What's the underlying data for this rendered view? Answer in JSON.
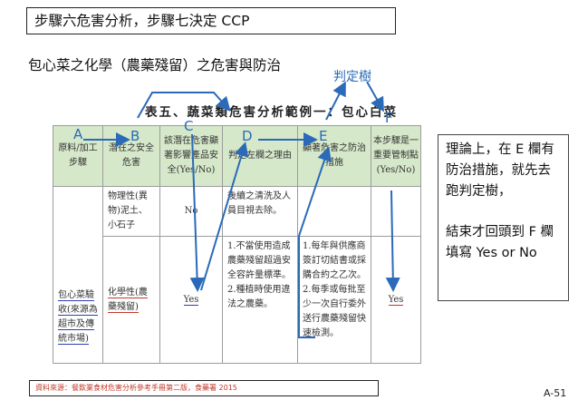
{
  "title": "步驟六危害分析，步驟七決定 CCP",
  "subtitle": "包心菜之化學（農藥殘留）之危害與防治",
  "decision_tree_label": "判定樹",
  "table": {
    "title": "表五、蔬菜類危害分析範例一：包心白菜",
    "headers": [
      "原料/加工步驟",
      "潛在之安全危害",
      "該潛在危害顯著影響產品安全(Yes/No)",
      "判定左欄之理由",
      "顯著危害之防治措施",
      "本步驟是一重要管制點(Yes/No)"
    ],
    "row1": {
      "hazard": "物理性(異物)泥土、小石子",
      "significant": "No",
      "reason": "後續之清洗及人員目視去除。"
    },
    "row2": {
      "step": "包心菜驗收(來源為超市及傳統市場)",
      "hazard": "化學性(農藥殘留)",
      "significant": "Yes",
      "reason": [
        "1.不當使用造成農藥殘留超過安全容許量標準。",
        "2.種植時使用違法之農藥。"
      ],
      "control": [
        "1.每年與供應商簽訂切結書或採購合約之乙次。",
        "2.每季或每批至少一次自行委外送行農藥殘留快速檢測。"
      ],
      "ccp": "Yes"
    }
  },
  "column_labels": [
    "A",
    "B",
    "C",
    "D",
    "E",
    "F"
  ],
  "note": [
    "理論上，在 E 欄有防治措施，就先去跑判定樹，",
    "結束才回頭到 F 欄填寫 Yes or No"
  ],
  "source": "資料來源：餐飲業食材危害分析參考手冊第二版，食藥署 2015",
  "page_number": "A-51",
  "colors": {
    "accent_blue": "#2a6ab8",
    "annot_red": "#c0392b",
    "header_green": "#d6e8ca"
  }
}
